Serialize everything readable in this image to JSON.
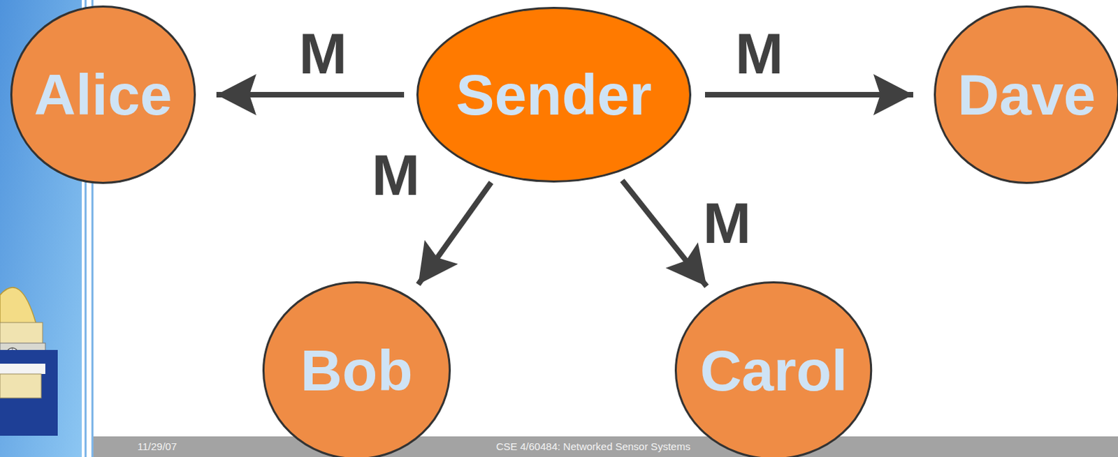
{
  "diagram": {
    "nodes": [
      {
        "text": [
          "Alice"
        ]
      },
      {
        "text": [
          "Sender"
        ]
      },
      {
        "text": [
          "Dave"
        ]
      },
      {
        "text": [
          "Bob"
        ]
      },
      {
        "text": [
          "Carol"
        ]
      }
    ],
    "edges": [
      {
        "from": 1,
        "to": 0,
        "label": "M",
        "arrow": "to"
      },
      {
        "from": 1,
        "to": 2,
        "label": "M",
        "arrow": "to"
      },
      {
        "from": 1,
        "to": 3,
        "label": "M",
        "arrow": "to"
      },
      {
        "from": 1,
        "to": 4,
        "label": "M",
        "arrow": "to"
      }
    ],
    "labels": [
      "11/29/07",
      "CSE 4/60484: Networked Sensor Systems"
    ]
  }
}
